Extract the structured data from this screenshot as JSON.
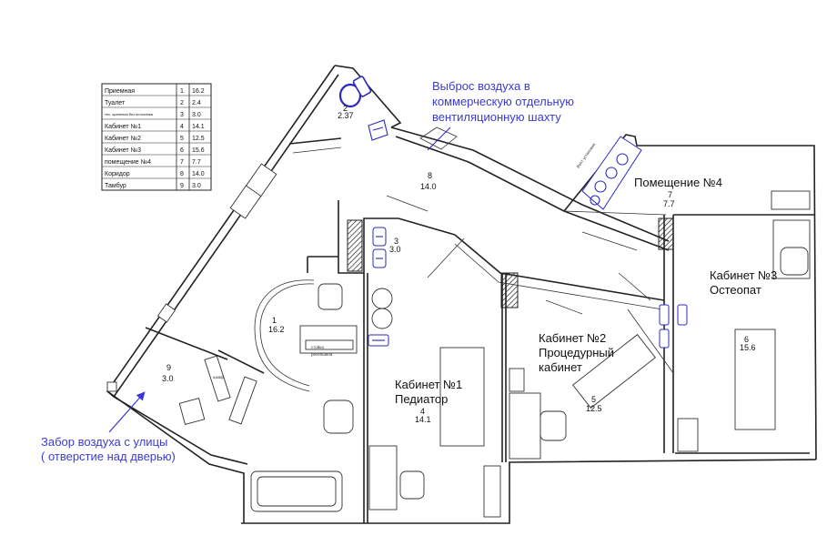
{
  "legend": {
    "rows": [
      {
        "name": "Приемная",
        "no": "1",
        "area": "16.2"
      },
      {
        "name": "Туалет",
        "no": "2",
        "area": "2.4"
      },
      {
        "name": "тех. хранения без источника",
        "no": "3",
        "area": "3.0"
      },
      {
        "name": "Кабинет №1",
        "no": "4",
        "area": "14.1"
      },
      {
        "name": "Кабинет №2",
        "no": "5",
        "area": "12.5"
      },
      {
        "name": "Кабинет №3",
        "no": "6",
        "area": "15.6"
      },
      {
        "name": "помещение №4",
        "no": "7",
        "area": "7.7"
      },
      {
        "name": "Коридор",
        "no": "8",
        "area": "14.0"
      },
      {
        "name": "Тамбур",
        "no": "9",
        "area": "3.0"
      }
    ]
  },
  "annotations": {
    "exhaust_1": "Выброс воздуха в",
    "exhaust_2": "коммерческую отдельную",
    "exhaust_3": "вентиляционную шахту",
    "intake_1": "Забор воздуха с улицы",
    "intake_2": "( отверстие над дверью)",
    "vent_unit": "Вент установка"
  },
  "rooms": {
    "r1": {
      "no": "1",
      "area": "16.2"
    },
    "r2": {
      "no": "2",
      "area": "2.37"
    },
    "r3": {
      "no": "3",
      "area": "3.0"
    },
    "r4": {
      "no": "4",
      "area": "14.1",
      "title_1": "Кабинет №1",
      "title_2": "Педиатор"
    },
    "r5": {
      "no": "5",
      "area": "12.5",
      "title_1": "Кабинет №2",
      "title_2": "Процедурный",
      "title_3": "кабинет"
    },
    "r6": {
      "no": "6",
      "area": "15.6",
      "title_1": "Кабинет №3",
      "title_2": "Остеопат"
    },
    "r7": {
      "no": "7",
      "area": "7.7",
      "title_1": "Помещение №4"
    },
    "r8": {
      "no": "8",
      "area": "14.0"
    },
    "r9": {
      "no": "9",
      "area": "3.0"
    }
  },
  "small_labels": {
    "reception_desk_1": "стойка",
    "reception_desk_2": "ресепшена",
    "wardrobe": "шкаф"
  },
  "colors": {
    "walls": "#222222",
    "annotation": "#3b3bd1",
    "vent_symbol": "#2b2bbf"
  }
}
